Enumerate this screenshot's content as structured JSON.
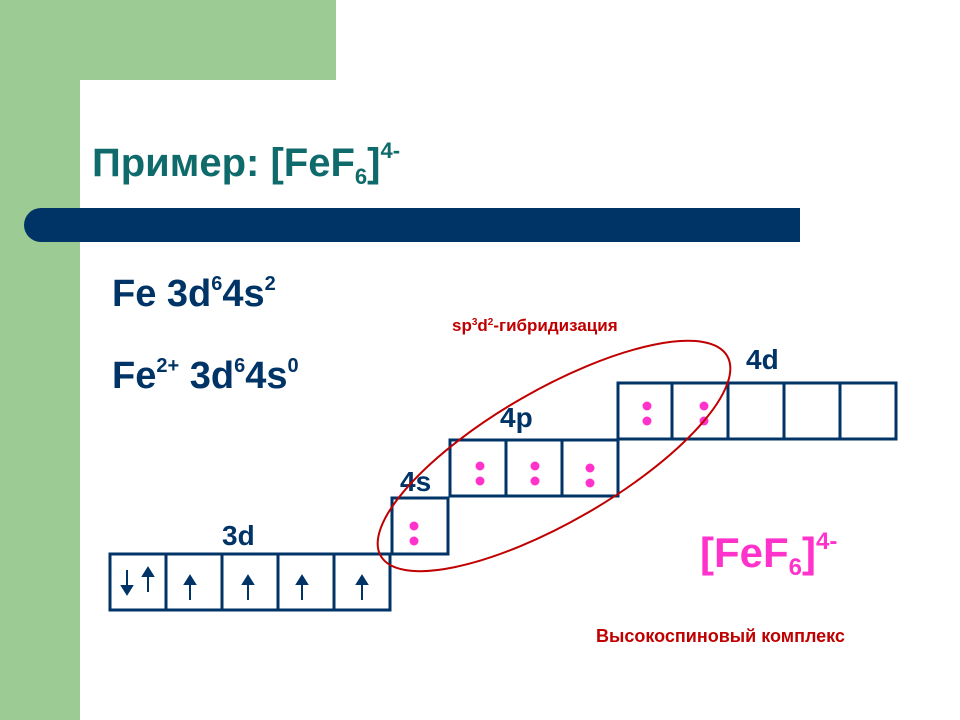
{
  "title": {
    "prefix": "Пример: [FeF",
    "sub": "6",
    "close": "]",
    "charge": "4-"
  },
  "config_fe": {
    "atom": "Fe 3d",
    "d_count": "6",
    "s_label": "4s",
    "s_count": "2"
  },
  "config_fe2": {
    "atom": "Fe",
    "charge": "2+",
    "d_label": " 3d",
    "d_count": "6",
    "s_label": "4s",
    "s_count": "0"
  },
  "hybridization": {
    "sp": "sp",
    "p_exp": "3",
    "d": "d",
    "d_exp": "2",
    "rest": "-гибридизация"
  },
  "sublevels": {
    "d3": "3d",
    "s4": "4s",
    "p4": "4p",
    "d4": "4d"
  },
  "orbitals": {
    "d3": [
      "↓↑",
      "↑",
      "↑",
      "↑",
      "↑"
    ],
    "s4": [
      "pair"
    ],
    "p4": [
      "pair",
      "pair",
      "pair"
    ],
    "d4": [
      "pair",
      "pair",
      "",
      "",
      ""
    ]
  },
  "complex": {
    "prefix": "[FeF",
    "sub": "6",
    "close": "]",
    "charge": "4-"
  },
  "note": "Высокоспиновый комплекс",
  "colors": {
    "navy": "#003366",
    "teal": "#0f6b6b",
    "pink": "#ff33cc",
    "red": "#c00000",
    "green": "#9ccb94"
  }
}
